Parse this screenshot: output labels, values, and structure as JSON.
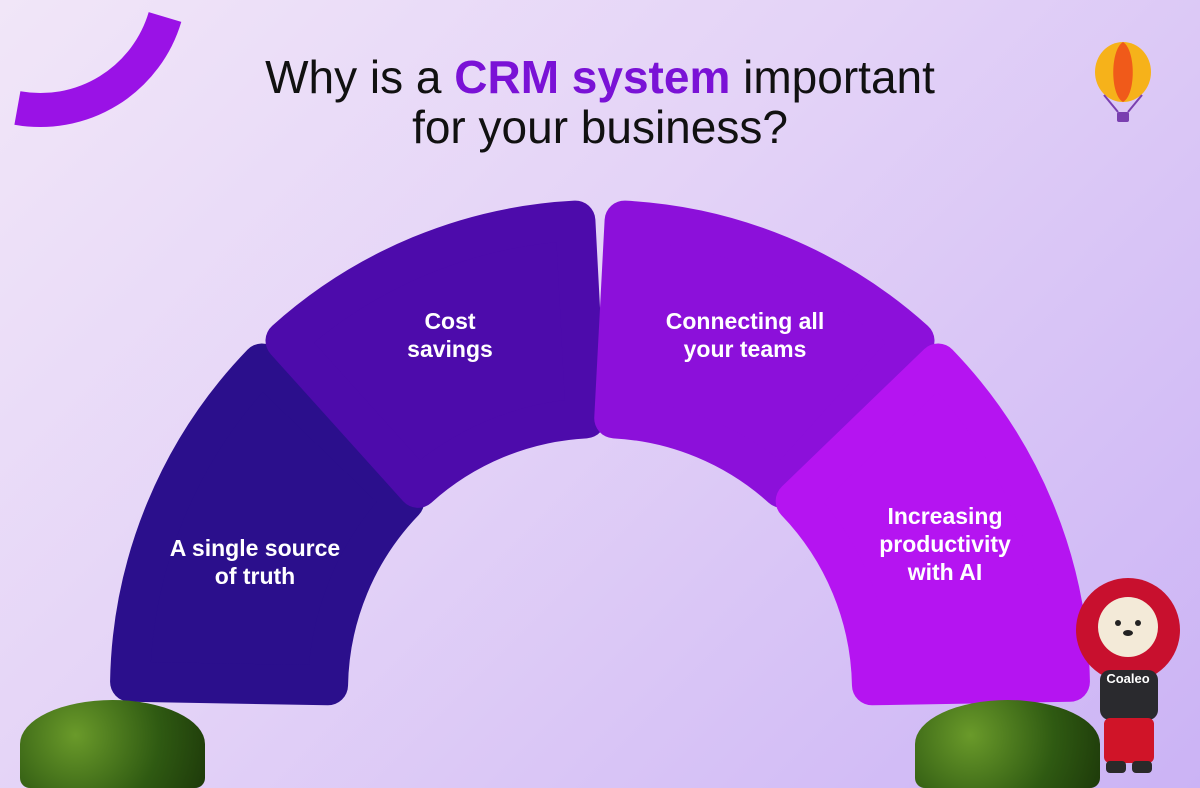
{
  "title": {
    "line1_pre": "Why is a ",
    "highlight": "CRM system",
    "line1_post": " important",
    "line2": "for your business?"
  },
  "segments": [
    {
      "label_1": "A single source",
      "label_2": "of truth",
      "color": "#2b0f8c"
    },
    {
      "label_1": "Cost",
      "label_2": "savings",
      "color": "#4d0bab"
    },
    {
      "label_1": "Connecting all",
      "label_2": "your teams",
      "color": "#8c10da"
    },
    {
      "label_1": "Increasing",
      "label_2": "productivity",
      "label_3": "with AI",
      "color": "#b514f1"
    }
  ],
  "mascot": {
    "shirt_text": "Coaleo"
  },
  "colors": {
    "accent": "#7a12d6",
    "ring": "#9a12e6"
  }
}
